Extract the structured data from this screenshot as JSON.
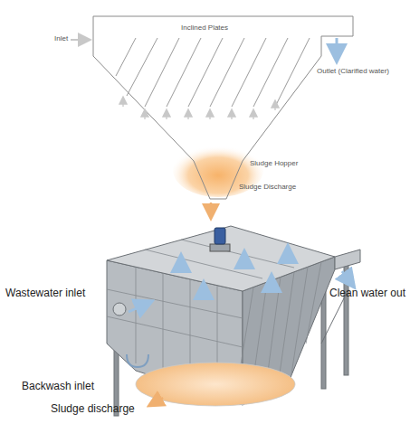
{
  "diagram": {
    "labels": [
      "Inlet",
      "Inclined Plates",
      "Outlet (Clarified water)",
      "Sludge Hopper",
      "Sludge Discharge",
      "Wastewater inlet",
      "Clean water out",
      "Backwash inlet",
      "Sludge discharge"
    ]
  }
}
